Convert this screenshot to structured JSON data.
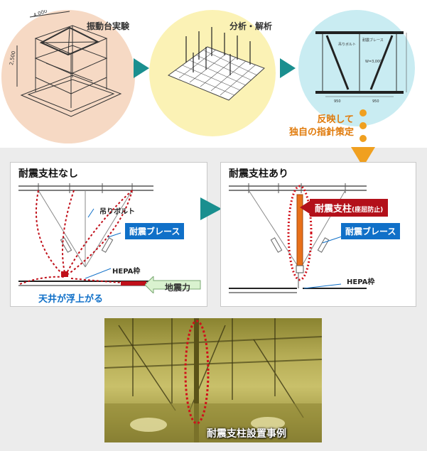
{
  "top_flow": {
    "step1_label": "振動台実験",
    "step2_label": "分析・解析",
    "step3_note": "反映して\n独自の指針策定",
    "dim_a": "4,000",
    "dim_b": "2,500",
    "drawing_labels": [
      "吊りボルト",
      "耐震ブレース",
      "W=3,000",
      "950",
      "950"
    ]
  },
  "panel_without": {
    "title": "耐震支柱なし",
    "label_hanger_bolt": "吊りボルト",
    "label_brace": "耐震ブレース",
    "label_hepa": "HEPA枠",
    "label_quake": "地震力",
    "label_ceiling": "天井が浮上がる"
  },
  "panel_with": {
    "title": "耐震支柱あり",
    "label_column": "耐震支柱",
    "label_column_note": "(座屈防止)",
    "label_brace": "耐震ブレース",
    "label_hepa": "HEPA枠"
  },
  "photo": {
    "caption": "耐震支柱設置事例"
  },
  "colors": {
    "teal_arrow": "#1a8f8f",
    "orange_accent": "#f0a020",
    "blue_tag": "#1070c8",
    "red_tag": "#b3101a",
    "circle1": "#f6d9c4",
    "circle2": "#fbf2b5",
    "circle3": "#c9ecf2"
  }
}
